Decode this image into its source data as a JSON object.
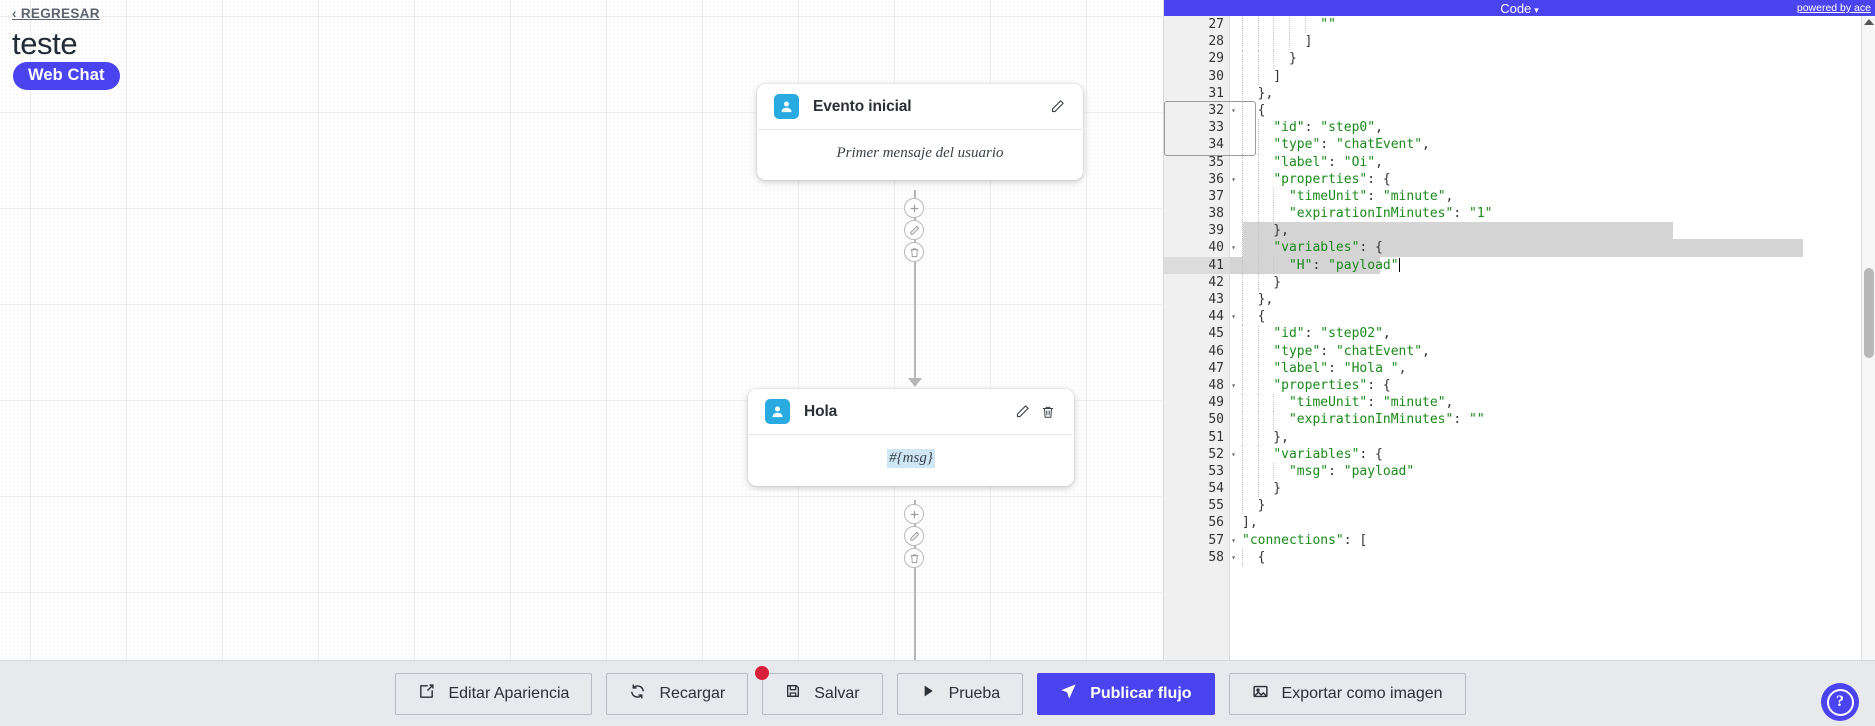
{
  "canvas": {
    "back_link": "‹ REGRESAR",
    "project_title": "teste",
    "channel_badge": "Web Chat",
    "nodes": [
      {
        "title": "Evento inicial",
        "body": "Primer mensaje del usuario",
        "body_is_variable": false,
        "edit_icon": "pencil-icon",
        "has_delete": false,
        "avatar_icon": "user-icon"
      },
      {
        "title": "Hola",
        "body": "#{msg}",
        "body_is_variable": true,
        "edit_icon": "pencil-icon",
        "has_delete": true,
        "avatar_icon": "user-icon"
      }
    ],
    "connector_buttons": [
      "add-icon",
      "pencil-icon",
      "trash-icon"
    ]
  },
  "code_panel": {
    "title": "Code",
    "caret": "▾",
    "powered_by": "powered by ace",
    "first_line": 27,
    "active_line": 41,
    "selected_lines": [
      39,
      40,
      41
    ],
    "fold_rows": [
      32,
      36,
      40,
      44,
      48,
      52,
      57,
      58
    ],
    "lines": [
      {
        "n": 27,
        "text": "          \"\""
      },
      {
        "n": 28,
        "text": "        ]"
      },
      {
        "n": 29,
        "text": "      }"
      },
      {
        "n": 30,
        "text": "    ]"
      },
      {
        "n": 31,
        "text": "  },"
      },
      {
        "n": 32,
        "text": "  {"
      },
      {
        "n": 33,
        "text": "    \"id\": \"step0\","
      },
      {
        "n": 34,
        "text": "    \"type\": \"chatEvent\","
      },
      {
        "n": 35,
        "text": "    \"label\": \"Oi\","
      },
      {
        "n": 36,
        "text": "    \"properties\": {"
      },
      {
        "n": 37,
        "text": "      \"timeUnit\": \"minute\","
      },
      {
        "n": 38,
        "text": "      \"expirationInMinutes\": \"1\""
      },
      {
        "n": 39,
        "text": "    },"
      },
      {
        "n": 40,
        "text": "    \"variables\": {"
      },
      {
        "n": 41,
        "text": "      \"H\": \"payload\""
      },
      {
        "n": 42,
        "text": "    }"
      },
      {
        "n": 43,
        "text": "  },"
      },
      {
        "n": 44,
        "text": "  {"
      },
      {
        "n": 45,
        "text": "    \"id\": \"step02\","
      },
      {
        "n": 46,
        "text": "    \"type\": \"chatEvent\","
      },
      {
        "n": 47,
        "text": "    \"label\": \"Hola \","
      },
      {
        "n": 48,
        "text": "    \"properties\": {"
      },
      {
        "n": 49,
        "text": "      \"timeUnit\": \"minute\","
      },
      {
        "n": 50,
        "text": "      \"expirationInMinutes\": \"\""
      },
      {
        "n": 51,
        "text": "    },"
      },
      {
        "n": 52,
        "text": "    \"variables\": {"
      },
      {
        "n": 53,
        "text": "      \"msg\": \"payload\""
      },
      {
        "n": 54,
        "text": "    }"
      },
      {
        "n": 55,
        "text": "  }"
      },
      {
        "n": 56,
        "text": "],"
      },
      {
        "n": 57,
        "text": "\"connections\": ["
      },
      {
        "n": 58,
        "text": "  {"
      }
    ]
  },
  "toolbar": {
    "buttons": [
      {
        "label": "Editar Apariencia",
        "icon": "edit-square-icon",
        "primary": false,
        "badge": false
      },
      {
        "label": "Recargar",
        "icon": "refresh-icon",
        "primary": false,
        "badge": false
      },
      {
        "label": "Salvar",
        "icon": "save-disk-icon",
        "primary": false,
        "badge": true
      },
      {
        "label": "Prueba",
        "icon": "play-icon",
        "primary": false,
        "badge": false
      },
      {
        "label": "Publicar flujo",
        "icon": "send-icon",
        "primary": true,
        "badge": false
      },
      {
        "label": "Exportar como imagen",
        "icon": "image-icon",
        "primary": false,
        "badge": false
      }
    ],
    "help_label": "?"
  },
  "colors": {
    "brand": "#4a43f0",
    "avatar": "#29abe2",
    "badge_red": "#d9203a",
    "variable_highlight": "#cfe7f5"
  }
}
